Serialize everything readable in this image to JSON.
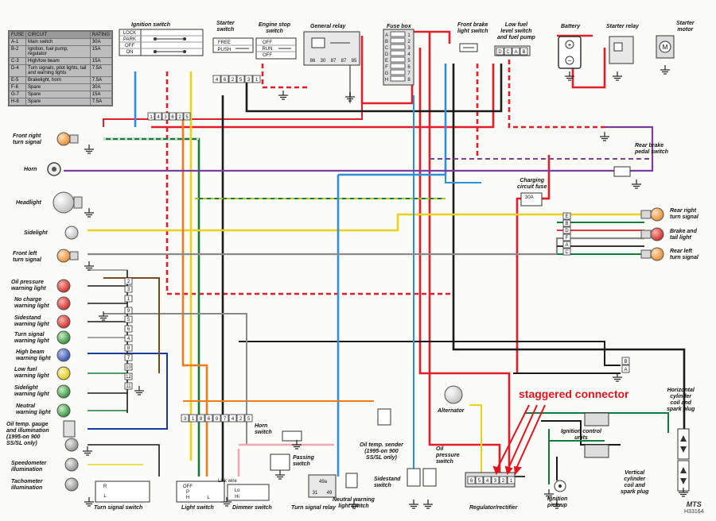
{
  "fuse_table": {
    "headers": [
      "FUSE",
      "CIRCUIT",
      "RATING"
    ],
    "rows": [
      [
        "A-1",
        "Main switch",
        "30A"
      ],
      [
        "B-2",
        "Ignition, fuel pump, regulator",
        "15A"
      ],
      [
        "C-3",
        "High/low beam",
        "15A"
      ],
      [
        "D-4",
        "Turn signals, pilot lights, tail and warning lights",
        "7.5A"
      ],
      [
        "E-5",
        "Brakelight, horn",
        "7.5A"
      ],
      [
        "F-6",
        "Spare",
        "30A"
      ],
      [
        "G-7",
        "Spare",
        "15A"
      ],
      [
        "H-8",
        "Spare",
        "7.5A"
      ]
    ]
  },
  "labels": {
    "ignition_switch": "Ignition switch",
    "starter_switch": "Starter\nswitch",
    "engine_stop_switch": "Engine stop\nswitch",
    "general_relay": "General relay",
    "fuse_box": "Fuse box",
    "front_brake_light_switch": "Front brake\nlight switch",
    "low_fuel_level_switch": "Low fuel\nlevel switch\nand fuel pump",
    "battery": "Battery",
    "starter_relay": "Starter relay",
    "starter_motor": "Starter\nmotor",
    "front_right_turn_signal": "Front right\nturn signal",
    "horn": "Horn",
    "headlight": "Headlight",
    "sidelight": "Sidelight",
    "front_left_turn_signal": "Front left\nturn signal",
    "oil_pressure_warning_light": "Oil pressure\nwarning light",
    "no_charge_warning_light": "No charge\nwarning light",
    "sidestand_warning_light": "Sidestand\nwarning light",
    "turn_signal_warning_light": "Turn signal\nwarning light",
    "high_beam_warning_light": "High beam\nwarning light",
    "low_fuel_warning_light": "Low fuel\nwarning light",
    "sidelight_warning_light": "Sidelight\nwarning light",
    "neutral_warning_light": "Neutral\nwarning light",
    "oil_temp_gauge": "Oil temp. gauge\nand illumination\n(1995-on 900\nSS/SL only)",
    "speedometer_illumination": "Speedometer\nillumination",
    "tachometer_illumination": "Tachometer\nillumination",
    "turn_signal_switch": "Turn signal switch",
    "light_switch": "Light switch",
    "dimmer_switch": "Dimmer switch",
    "turn_signal_relay": "Turn signal relay",
    "neutral_warning_light_switch": "Neutral warning\nlight switch",
    "sidestand_switch": "Sidestand\nswitch",
    "oil_pressure_switch": "Oil\npressure\nswitch",
    "oil_temp_sender": "Oil temp. sender\n(1995-on 900\nSS/SL only)",
    "horn_switch": "Horn\nswitch",
    "passing_switch": "Passing\nswitch",
    "link_wire": "Link wire",
    "alternator": "Alternator",
    "regulator_rectifier": "Regulator/rectifier",
    "ignition_pickup": "Ignition\npick-up",
    "ignition_control_units": "Ignition control\nunits",
    "horizontal_cylinder_coil": "Horizontal\ncylinder\ncoil and\nspark plug",
    "vertical_cylinder_coil": "Vertical\ncylinder\ncoil and\nspark plug",
    "charging_circuit_fuse": "Charging\ncircuit fuse",
    "charging_fuse_rating": "30A",
    "rear_brake_pedal_switch": "Rear brake\npedal switch",
    "rear_right_turn_signal": "Rear right\nturn signal",
    "brake_and_tail_light": "Brake and\ntail light",
    "rear_left_turn_signal": "Rear left\nturn signal"
  },
  "ignition_positions": [
    "LOCK",
    "PARK",
    "OFF",
    "ON"
  ],
  "starter_positions": [
    "FREE",
    "PUSH"
  ],
  "engine_stop_positions": [
    "OFF",
    "RUN",
    "OFF"
  ],
  "general_relay_pins": [
    "86",
    "30",
    "87",
    "87",
    "85"
  ],
  "fuse_letters": [
    "A",
    "B",
    "C",
    "D",
    "E",
    "F",
    "G",
    "H"
  ],
  "fuse_numbers": [
    "1",
    "2",
    "3",
    "4",
    "5",
    "6",
    "7",
    "8"
  ],
  "fuel_connector_letters": [
    "D",
    "C",
    "A",
    "B"
  ],
  "ignition_connector": [
    "1",
    "4",
    "3",
    "6",
    "2",
    "5"
  ],
  "starter_connector": [
    "4",
    "6",
    "2",
    "5",
    "3",
    "1"
  ],
  "dash_connector": [
    "3",
    "1",
    "8",
    "6",
    "9",
    "7",
    "4",
    "2",
    "5"
  ],
  "reg_connector": [
    "6",
    "5",
    "4",
    "3",
    "2",
    "1"
  ],
  "rear_connector": [
    "E",
    "B",
    "D",
    "F",
    "A",
    "C"
  ],
  "ign_conn_small": [
    "B",
    "A"
  ],
  "warning_numbers": [
    "2",
    "3",
    "1",
    "9",
    "5",
    "6",
    "4",
    "8",
    "7",
    "10",
    "12",
    "11"
  ],
  "light_switch_positions": [
    "OFF",
    "P",
    "H"
  ],
  "light_switch_side": [
    "L"
  ],
  "dimmer_positions": [
    "Lo",
    "Hi"
  ],
  "turn_switch_positions": [
    "R",
    "L"
  ],
  "relay_pins": [
    "49a",
    "31",
    "49"
  ],
  "callout": "staggered connector",
  "footer": {
    "brand": "MTS",
    "code": "H33164"
  },
  "colors": {
    "red": "#e31d2b",
    "black": "#1a1a1a",
    "green": "#157a3c",
    "yellow": "#e8d21a",
    "blue": "#2f8fd8",
    "orange": "#f07b1e",
    "purple": "#7b3fa0",
    "grey": "#8a8a8a",
    "brown": "#7a4a22",
    "white": "#ffffff",
    "pink": "#f4a6b6",
    "navy": "#1a3a9a",
    "callout": "#e0141e"
  }
}
